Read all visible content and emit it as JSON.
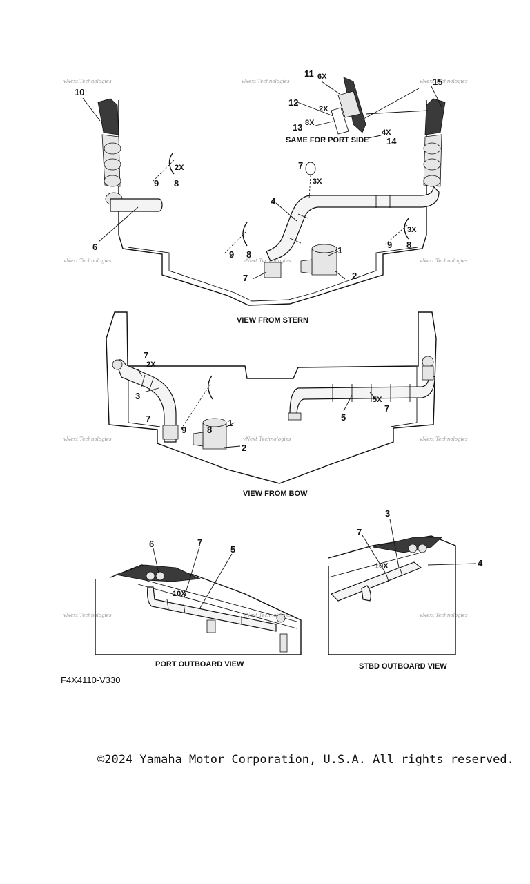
{
  "views": {
    "stern": "VIEW FROM STERN",
    "bow": "VIEW FROM BOW",
    "port": "PORT OUTBOARD VIEW",
    "stbd": "STBD OUTBOARD VIEW"
  },
  "inset_caption": "SAME FOR PORT SIDE",
  "watermark": "vNext Technologies",
  "stern_callouts": {
    "c1": "1",
    "c2": "2",
    "c4": "4",
    "c6": "6",
    "c7a": "7",
    "c7b": "7",
    "c8a": "8",
    "c8b": "8",
    "c8c": "8",
    "c9a": "9",
    "c9b": "9",
    "c9c": "9",
    "c10": "10",
    "c11": "11",
    "c12": "12",
    "c13": "13",
    "c14": "14",
    "c15": "15",
    "q2x": "2X",
    "q3xa": "3X",
    "q3xb": "3X",
    "q6x": "6X",
    "q2xb": "2X",
    "q8x": "8X",
    "q4x": "4X"
  },
  "bow_callouts": {
    "c1": "1",
    "c2": "2",
    "c3": "3",
    "c5": "5",
    "c7a": "7",
    "c7b": "7",
    "c7c": "7",
    "c8": "8",
    "c9": "9",
    "q2x": "2X",
    "q5x": "5X"
  },
  "side_callouts": {
    "c6": "6",
    "c7a": "7",
    "c5": "5",
    "q10xa": "10X",
    "c3": "3",
    "c7b": "7",
    "c4": "4",
    "q10xb": "10X"
  },
  "figure_code": "F4X4110-V330",
  "copyright": "©2024 Yamaha Motor Corporation, U.S.A. All rights reserved."
}
